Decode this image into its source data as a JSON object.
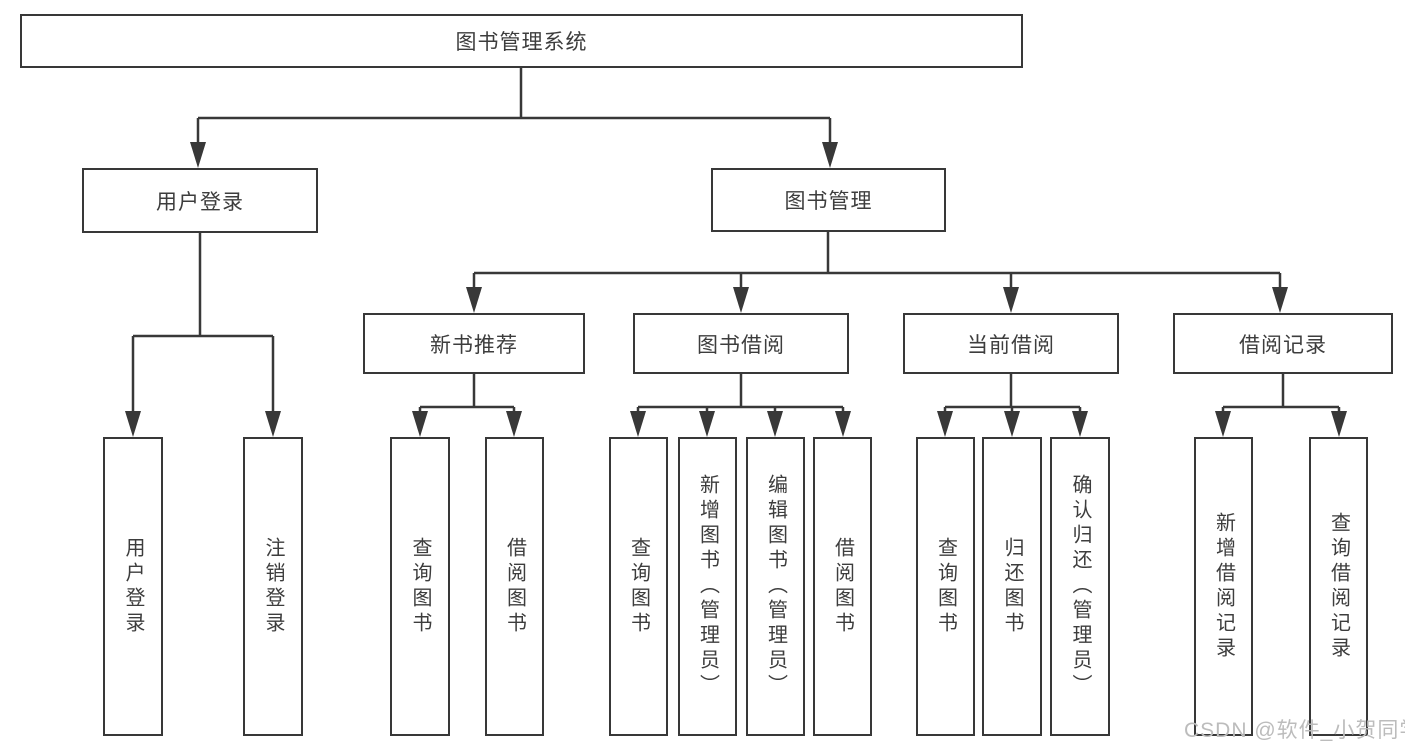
{
  "watermark": "CSDN @软件_小贺同学",
  "colors": {
    "line": "#383838",
    "text": "#3d3d3d",
    "watermark": "#bcbcbc",
    "background": "#ffffff"
  },
  "tree": {
    "root": {
      "label": "图书管理系统"
    },
    "branches": [
      {
        "label": "用户登录",
        "children": [
          {
            "label": "用户登录"
          },
          {
            "label": "注销登录"
          }
        ]
      },
      {
        "label": "图书管理",
        "children": [
          {
            "label": "新书推荐",
            "children": [
              {
                "label": "查询图书"
              },
              {
                "label": "借阅图书"
              }
            ]
          },
          {
            "label": "图书借阅",
            "children": [
              {
                "label": "查询图书"
              },
              {
                "label": "新增图书（管理员）"
              },
              {
                "label": "编辑图书（管理员）"
              },
              {
                "label": "借阅图书"
              }
            ]
          },
          {
            "label": "当前借阅",
            "children": [
              {
                "label": "查询图书"
              },
              {
                "label": "归还图书"
              },
              {
                "label": "确认归还（管理员）"
              }
            ]
          },
          {
            "label": "借阅记录",
            "children": [
              {
                "label": "新增借阅记录"
              },
              {
                "label": "查询借阅记录"
              }
            ]
          }
        ]
      }
    ]
  }
}
